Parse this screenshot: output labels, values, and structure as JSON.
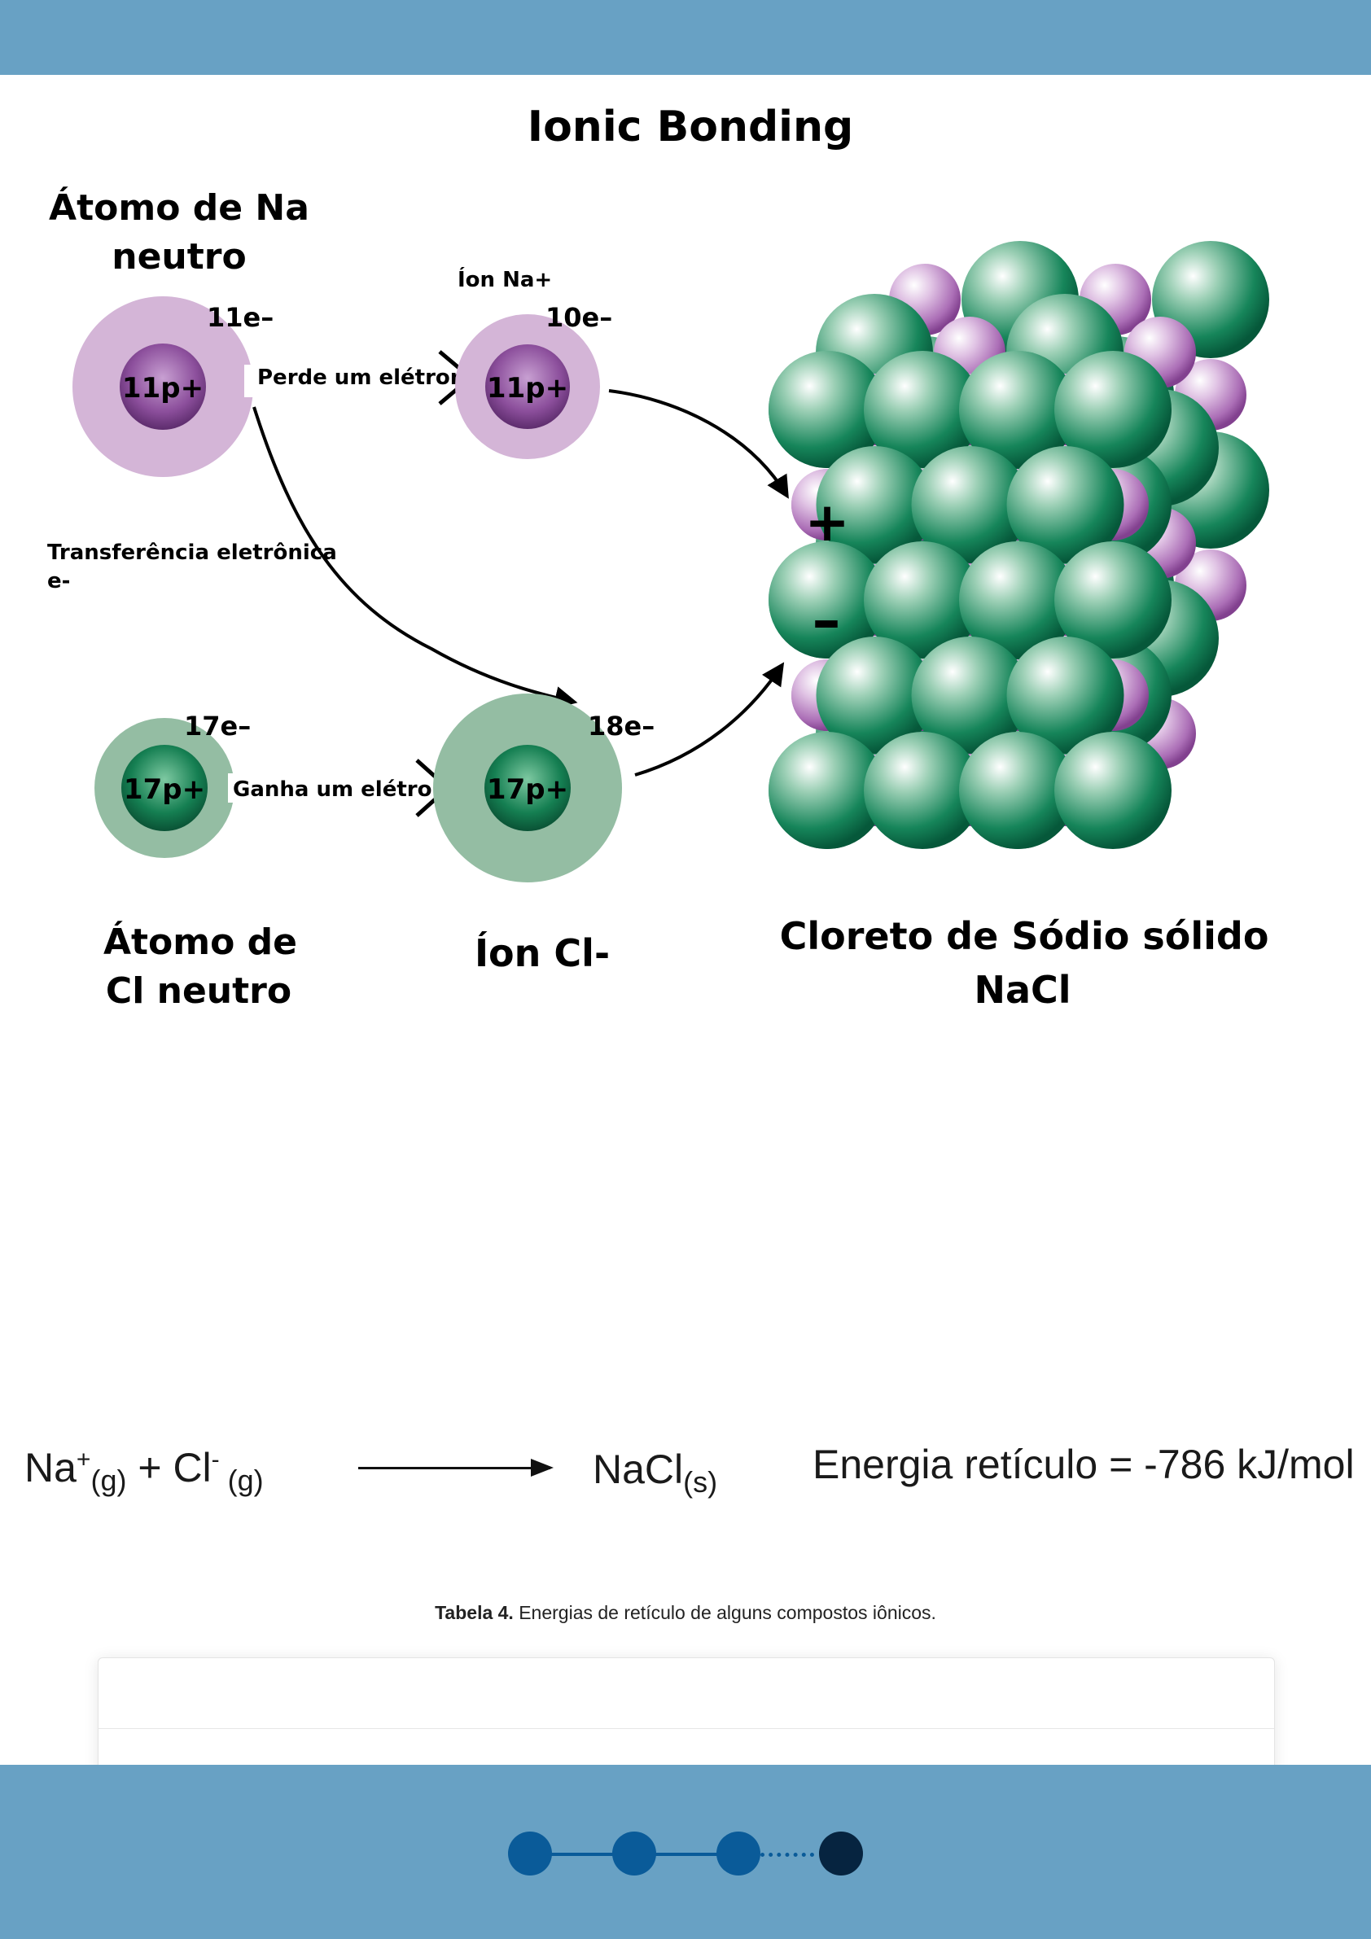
{
  "diagram": {
    "title": "Ionic Bonding",
    "na_atom_label_1": "Átomo de Na",
    "na_atom_label_2": "neutro",
    "na_atom_electrons": "11e–",
    "na_atom_nucleus": "11p+",
    "loses_electron": "Perde um elétron",
    "na_ion_label": "Íon Na+",
    "na_ion_electrons": "10e–",
    "na_ion_nucleus": "11p+",
    "transfer_label_1": "Transferência eletrônica",
    "transfer_label_2": "e-",
    "cl_atom_electrons": "17e–",
    "cl_atom_nucleus": "17p+",
    "gains_electron": "Ganha um elétron",
    "cl_ion_electrons": "18e–",
    "cl_ion_nucleus": "17p+",
    "cl_atom_label_1": "Átomo de",
    "cl_atom_label_2": "Cl neutro",
    "cl_ion_label": "Íon Cl-",
    "lattice_plus": "+",
    "lattice_minus": "–",
    "solid_label_1": "Cloreto de Sódio sólido",
    "solid_label_2": "NaCl"
  },
  "equation": {
    "na": "Na",
    "na_charge": "+",
    "na_state": "(g)",
    "plus": " + ",
    "cl": "Cl",
    "cl_charge": "-",
    "cl_state": " (g)",
    "product": "NaCl",
    "product_state": "(s)",
    "energy": "Energia retículo = -786 kJ/mol"
  },
  "caption": {
    "label": "Tabela 4.",
    "text": " Energias de retículo de alguns compostos iônicos."
  },
  "stepper": {
    "total_steps": 4,
    "current_step": 4
  },
  "colors": {
    "header": "#68a1c4",
    "step": "#0a5b99",
    "step_current": "#062440",
    "na_shell": "#d4b5d7",
    "cl_shell": "#94bda3"
  }
}
